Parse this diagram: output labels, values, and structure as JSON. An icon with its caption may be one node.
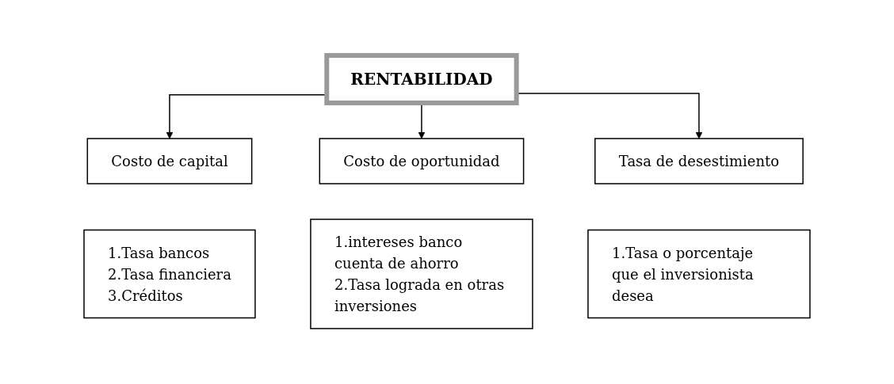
{
  "diagram": {
    "nodes": [
      {
        "text": [
          "RENTABILIDAD"
        ]
      },
      {
        "text": [
          "Costo de capital"
        ]
      },
      {
        "text": [
          "Costo de oportunidad"
        ]
      },
      {
        "text": [
          "Tasa de desestimiento"
        ]
      },
      {
        "text": [
          "1.Tasa bancos",
          "2.Tasa financiera",
          "3.Créditos"
        ]
      },
      {
        "text": [
          "1.intereses banco cuenta de ahorro",
          "2.Tasa lograda en otras inversiones"
        ]
      },
      {
        "text": [
          "1.Tasa o porcentaje que el inversionista desea"
        ]
      }
    ],
    "edges": [
      {
        "from": 0,
        "to": 1,
        "arrow": "to"
      },
      {
        "from": 0,
        "to": 2,
        "arrow": "to"
      },
      {
        "from": 0,
        "to": 3,
        "arrow": "to"
      }
    ]
  }
}
